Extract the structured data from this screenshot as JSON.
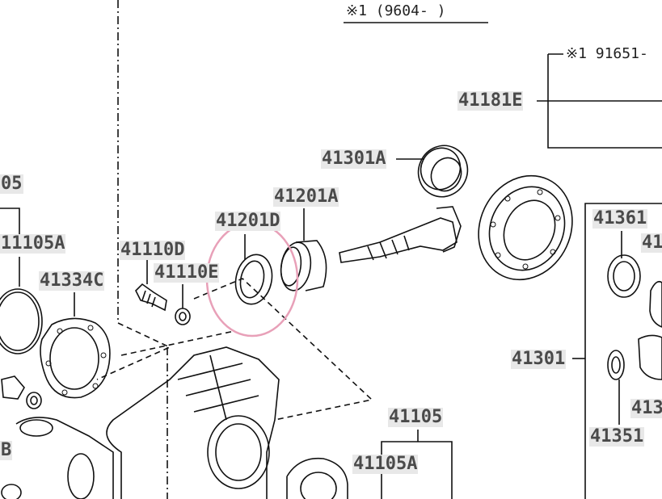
{
  "notes": {
    "top": "※1 (9604-    )",
    "right": "※1 91651-"
  },
  "labels": {
    "p41181E": "41181E",
    "p41301A": "41301A",
    "p41201A": "41201A",
    "p41201D": "41201D",
    "p41110D": "41110D",
    "p41110E": "41110E",
    "p41334C": "41334C",
    "p41105A_left": "11105A",
    "p05_left": "05",
    "p41361": "41361",
    "p41_right_cut": "41",
    "p41301": "41301",
    "p41351": "41351",
    "p413_cut": "413",
    "p41105": "41105",
    "p41105A": "41105A",
    "pB_left": "B"
  },
  "colors": {
    "highlight_circle": "#e8a0b8",
    "label_bg": "#e8e8e8",
    "label_text": "#4a4a4a",
    "line": "#111111"
  }
}
